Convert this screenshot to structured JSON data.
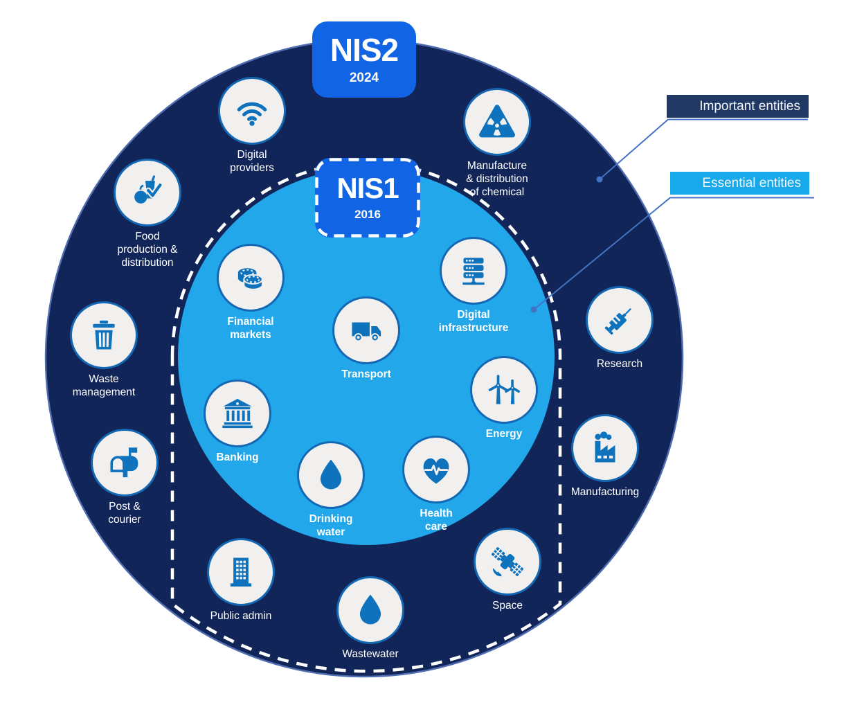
{
  "badges": {
    "nis2": {
      "title": "NIS2",
      "year": "2024"
    },
    "nis1": {
      "title": "NIS1",
      "year": "2016"
    }
  },
  "legend": {
    "important": {
      "label": "Important entities"
    },
    "essential": {
      "label": "Essential entities"
    }
  },
  "sectors": [
    {
      "id": "digital-providers",
      "label": "Digital providers",
      "icon": "wifi-icon",
      "zone": "important"
    },
    {
      "id": "chemical-manufacture",
      "label": "Manufacture & distribution of chemical",
      "icon": "radiation-icon",
      "zone": "important"
    },
    {
      "id": "food-production",
      "label": "Food production & distribution",
      "icon": "food-check-icon",
      "zone": "important"
    },
    {
      "id": "waste-management",
      "label": "Waste management",
      "icon": "trash-icon",
      "zone": "important"
    },
    {
      "id": "post-courier",
      "label": "Post & courier",
      "icon": "mailbox-icon",
      "zone": "important"
    },
    {
      "id": "research",
      "label": "Research",
      "icon": "syringe-icon",
      "zone": "important"
    },
    {
      "id": "manufacturing",
      "label": "Manufacturing",
      "icon": "factory-icon",
      "zone": "important"
    },
    {
      "id": "public-admin",
      "label": "Public admin",
      "icon": "building-icon",
      "zone": "essential"
    },
    {
      "id": "wastewater",
      "label": "Wastewater",
      "icon": "water-drop-icon",
      "zone": "essential"
    },
    {
      "id": "space",
      "label": "Space",
      "icon": "satellite-icon",
      "zone": "essential"
    },
    {
      "id": "financial-markets",
      "label": "Financial markets",
      "icon": "coins-icon",
      "zone": "nis1"
    },
    {
      "id": "transport",
      "label": "Transport",
      "icon": "truck-icon",
      "zone": "nis1"
    },
    {
      "id": "digital-infrastructure",
      "label": "Digital infrastructure",
      "icon": "server-icon",
      "zone": "nis1"
    },
    {
      "id": "banking",
      "label": "Banking",
      "icon": "bank-icon",
      "zone": "nis1"
    },
    {
      "id": "energy",
      "label": "Energy",
      "icon": "wind-turbine-icon",
      "zone": "nis1"
    },
    {
      "id": "drinking-water",
      "label": "Drinking water",
      "icon": "water-drop-icon",
      "zone": "nis1"
    },
    {
      "id": "health-care",
      "label": "Health care",
      "icon": "heart-pulse-icon",
      "zone": "nis1"
    }
  ],
  "colors": {
    "outer_circle": "#112558",
    "outer_circle_rim": "#4f6cb0",
    "inner_circle": "#21a7ea",
    "badge_blue": "#1164e3",
    "icon_blue": "#0f72bd",
    "icon_circle_fill": "#f1f0ee",
    "icon_circle_rim": "#1467b3",
    "legend_important": "#1f3864",
    "legend_essential": "#18a9ea",
    "connector": "#4472c4"
  }
}
